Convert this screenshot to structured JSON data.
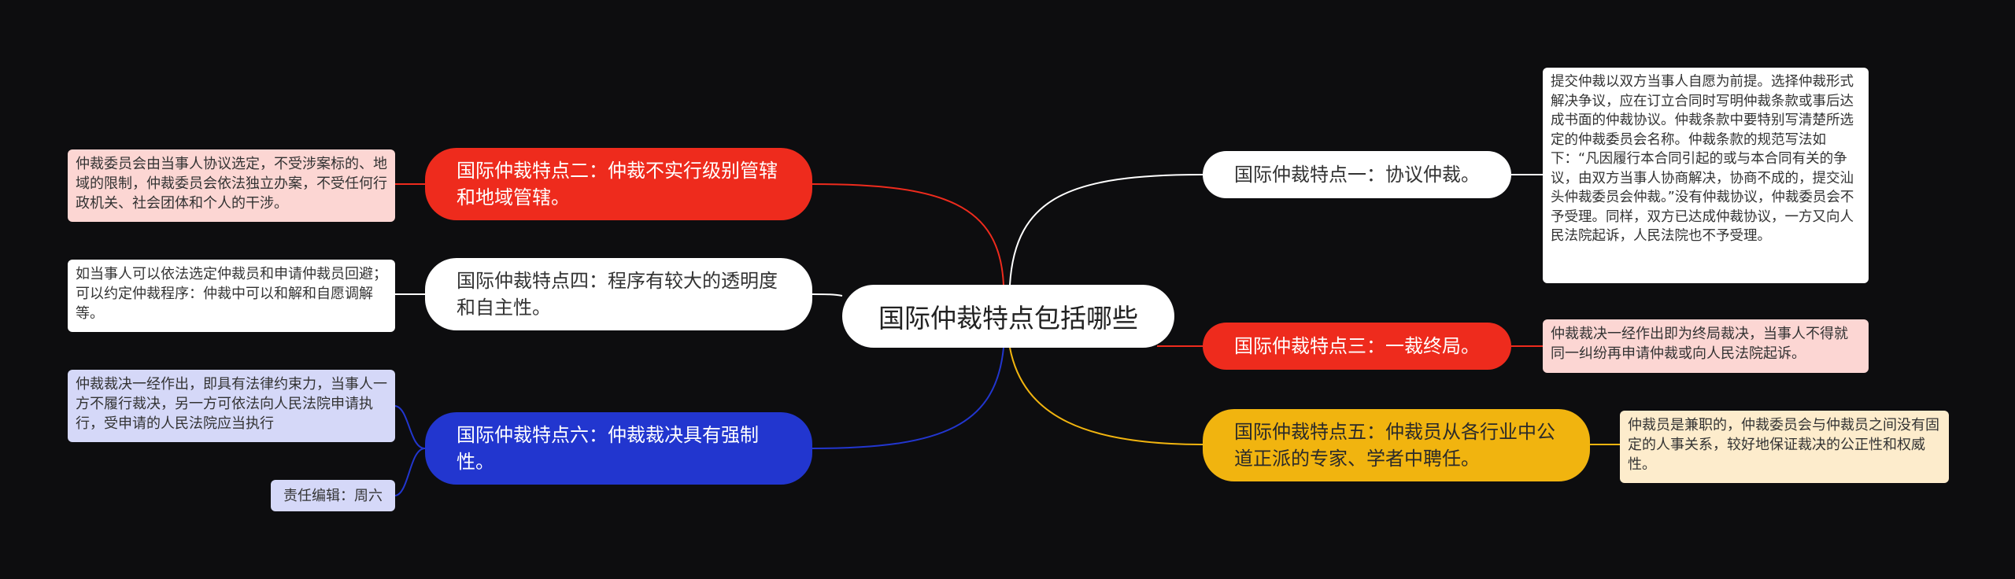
{
  "center": "国际仲裁特点包括哪些",
  "right": [
    {
      "topic": "国际仲裁特点一：协议仲裁。",
      "note": "提交仲裁以双方当事人自愿为前提。选择仲裁形式解决争议，应在订立合同时写明仲裁条款或事后达成书面的仲裁协议。仲裁条款中要特别写清楚所选定的仲裁委员会名称。仲裁条款的规范写法如下：“凡因履行本合同引起的或与本合同有关的争议，由双方当事人协商解决，协商不成的，提交汕头仲裁委员会仲裁。”没有仲裁协议，仲裁委员会不予受理。同样，双方已达成仲裁协议，一方又向人民法院起诉，人民法院也不予受理。"
    },
    {
      "topic": "国际仲裁特点三：一裁终局。",
      "note": "仲裁裁决一经作出即为终局裁决，当事人不得就同一纠纷再申请仲裁或向人民法院起诉。"
    },
    {
      "topic": "国际仲裁特点五：仲裁员从各行业中公道正派的专家、学者中聘任。",
      "note": "仲裁员是兼职的，仲裁委员会与仲裁员之间没有固定的人事关系，较好地保证裁决的公正性和权威性。"
    }
  ],
  "left": [
    {
      "topic": "国际仲裁特点二：仲裁不实行级别管辖和地域管辖。",
      "note": "仲裁委员会由当事人协议选定，不受涉案标的、地域的限制，仲裁委员会依法独立办案，不受任何行政机关、社会团体和个人的干涉。"
    },
    {
      "topic": "国际仲裁特点四：程序有较大的透明度和自主性。",
      "note": "如当事人可以依法选定仲裁员和申请仲裁员回避；可以约定仲裁程序：仲裁中可以和解和自愿调解等。"
    },
    {
      "topic": "国际仲裁特点六：仲裁裁决具有强制性。",
      "note": "仲裁裁决一经作出，即具有法律约束力，当事人一方不履行裁决，另一方可依法向人民法院申请执行，受申请的人民法院应当执行",
      "extra": "责任编辑：周六"
    }
  ],
  "colors": {
    "background": "#0d0d0f",
    "red": "#ee2b1d",
    "white": "#ffffff",
    "blue": "#2236cf",
    "yellow": "#f1b40f"
  }
}
